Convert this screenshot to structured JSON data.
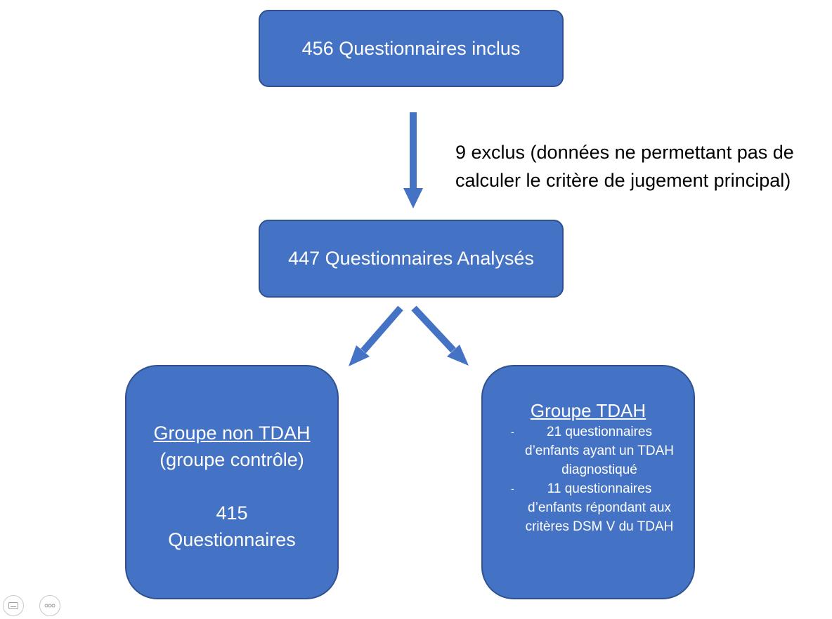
{
  "top_box": {
    "text": "456 Questionnaires inclus"
  },
  "exclusion_note": {
    "line1": "9 exclus (données ne permettant pas de",
    "line2": "calculer le critère de jugement principal)"
  },
  "mid_box": {
    "text": "447 Questionnaires Analysés"
  },
  "left_box": {
    "title": "Groupe non TDAH",
    "subtitle": "(groupe contrôle)",
    "count": "415",
    "count_label": "Questionnaires"
  },
  "right_box": {
    "title": "Groupe TDAH",
    "items": [
      "21 questionnaires d’enfants ayant un TDAH diagnostiqué",
      "11 questionnaires d’enfants répondant aux critères DSM V du TDAH"
    ],
    "bullet": "-"
  },
  "colors": {
    "box_fill": "#4472C4",
    "box_border": "#2F528F",
    "arrow": "#4472C4"
  },
  "controls": {
    "left_icon": "subtitles-icon",
    "right_icon": "more-options-icon"
  }
}
